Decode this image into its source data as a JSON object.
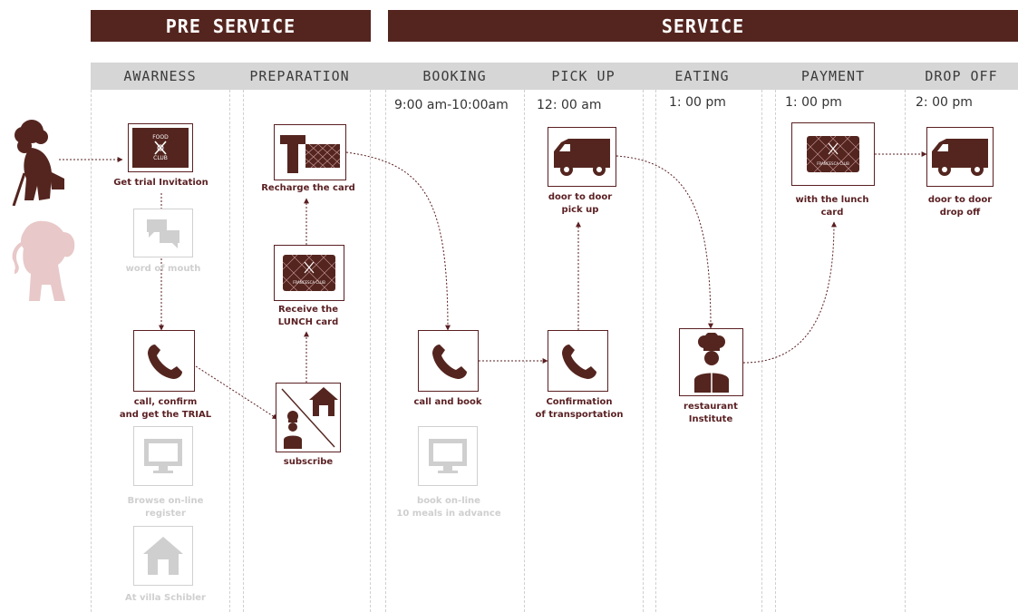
{
  "banners": {
    "pre_service": "PRE SERVICE",
    "service": "SERVICE"
  },
  "phases": [
    "AWARNESS",
    "PREPARATION",
    "BOOKING",
    "PICK UP",
    "EATING",
    "PAYMENT",
    "DROP OFF"
  ],
  "times": {
    "booking": "9:00 am-10:00am",
    "pickup": "12: 00 am",
    "eating": "1: 00 pm",
    "payment": "1: 00 pm",
    "dropoff": "2: 00 pm"
  },
  "steps": {
    "invitation": "Get trial Invitation",
    "word_of_mouth": "word of mouth",
    "call_confirm_1": "call, confirm",
    "call_confirm_2": "and get the TRIAL",
    "browse_1": "Browse on-line",
    "browse_2": "register",
    "villa": "At villa Schibler",
    "recharge": "Recharge the card",
    "receive_1": "Receive the",
    "receive_2": "LUNCH card",
    "subscribe": "subscribe",
    "call_book": "call and book",
    "book_online_1": "book on-line",
    "book_online_2": "10 meals in advance",
    "pickup_1": "door to door",
    "pickup_2": "pick up",
    "confirm_1": "Confirmation",
    "confirm_2": "of transportation",
    "restaurant_1": "restaurant",
    "restaurant_2": "Institute",
    "pay_1": "with the lunch",
    "pay_2": "card",
    "drop_1": "door to door",
    "drop_2": "drop off"
  },
  "card_text": {
    "food": "FOOD",
    "club": "CLUB",
    "brand": "FRANCESCA CLUB"
  },
  "icons": [
    "person-icon",
    "elephant-icon",
    "invitation-card-icon",
    "speech-bubbles-icon",
    "phone-icon",
    "computer-icon",
    "house-icon",
    "recharge-card-icon",
    "lunch-card-icon",
    "chef-icon",
    "van-icon"
  ],
  "colors": {
    "brand": "#54251f",
    "icon": "#5a1f22",
    "inactive": "#d0d0d0",
    "phase_bar": "#d6d6d6",
    "persona_secondary": "#e8c8c8"
  }
}
